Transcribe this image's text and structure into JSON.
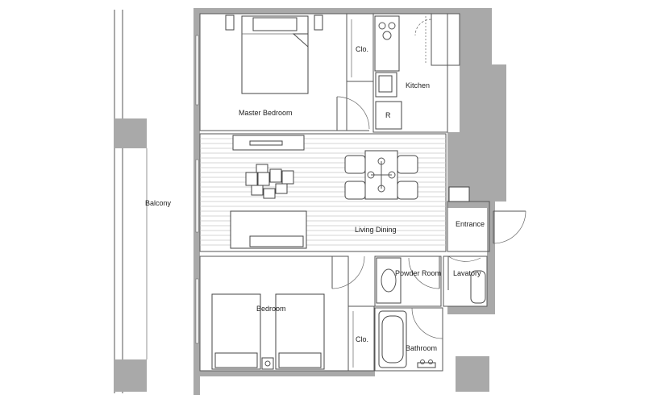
{
  "labels": {
    "master_bedroom": "Master Bedroom",
    "closet_top": "Clo.",
    "kitchen": "Kitchen",
    "fridge": "R",
    "balcony": "Balcony",
    "living_dining": "Living Dining",
    "entrance": "Entrance",
    "bedroom": "Bedroom",
    "closet_bottom": "Clo.",
    "powder_room": "Powder Room",
    "lavatory": "Lavatory",
    "bathroom": "Bathroom"
  },
  "colors": {
    "wall": "#a9a9a9",
    "line": "#555555",
    "floor": "#c9c9c9"
  }
}
